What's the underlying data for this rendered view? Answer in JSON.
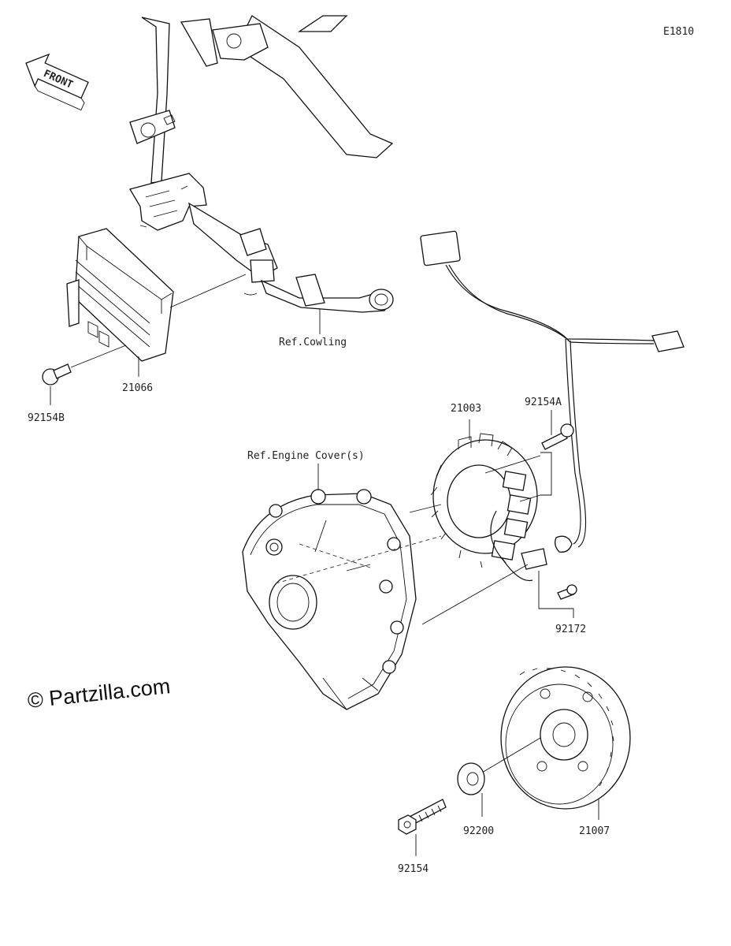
{
  "diagram_code": "E1810",
  "front_label": "FRONT",
  "watermark": "© Partzilla.com",
  "refs": {
    "cowling": "Ref.Cowling",
    "engine_cover": "Ref.Engine Cover(s)"
  },
  "parts": [
    {
      "id": "21066",
      "name": "regulator"
    },
    {
      "id": "92154B",
      "name": "regulator-bolt"
    },
    {
      "id": "21003",
      "name": "stator"
    },
    {
      "id": "92154A",
      "name": "stator-bolt"
    },
    {
      "id": "92172",
      "name": "wire-clamp-screw"
    },
    {
      "id": "21007",
      "name": "rotor"
    },
    {
      "id": "92200",
      "name": "washer"
    },
    {
      "id": "92154",
      "name": "rotor-bolt"
    }
  ]
}
